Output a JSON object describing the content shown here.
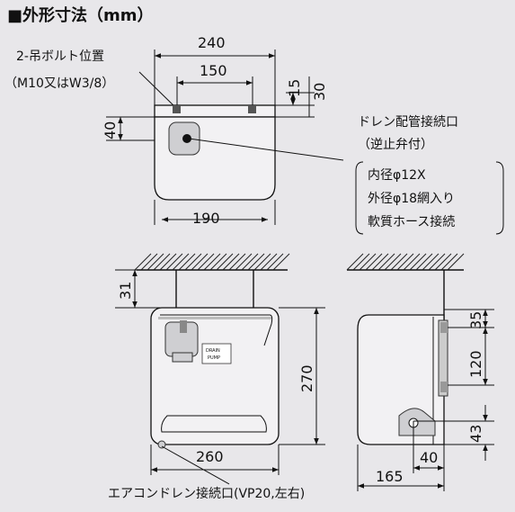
{
  "title": "■外形寸法（mm）",
  "top_view": {
    "bolt_label": "2-吊ボルト位置",
    "bolt_spec": "（M10又はW3/8）",
    "dims": {
      "w240": "240",
      "w150": "150",
      "h15": "15",
      "h30": "30",
      "h40": "40",
      "w190": "190"
    }
  },
  "drain": {
    "label": "ドレン配管接続口",
    "note": "（逆止弁付）",
    "spec_lines": [
      "内径φ12X",
      "外径φ18網入り",
      "軟質ホース接続"
    ]
  },
  "front_view": {
    "dims": {
      "h31": "31",
      "h270": "270",
      "w260": "260"
    },
    "pump_label_1": "DRAIN",
    "pump_label_2": "PUMP"
  },
  "side_view": {
    "dims": {
      "v35": "35",
      "v120": "120",
      "v43": "43",
      "h40": "40",
      "w165": "165"
    }
  },
  "aircon_label": "エアコンドレン接続口(VP20,左右)"
}
